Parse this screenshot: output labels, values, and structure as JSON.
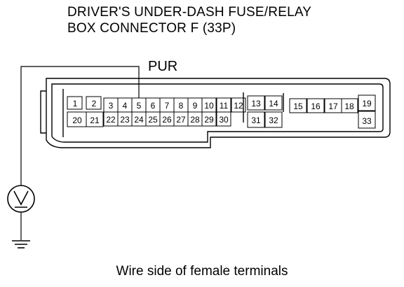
{
  "title": {
    "line1": "DRIVER'S UNDER-DASH FUSE/RELAY",
    "line2": "BOX CONNECTOR F (33P)"
  },
  "wire_label": "PUR",
  "caption": "Wire side of female terminals",
  "connector": {
    "pins_row1": [
      "1",
      "2",
      "3",
      "4",
      "5",
      "6",
      "7",
      "8",
      "9",
      "10",
      "11",
      "12",
      "13",
      "14",
      "15",
      "16",
      "17",
      "18",
      "19"
    ],
    "pins_row2": [
      "20",
      "21",
      "22",
      "23",
      "24",
      "25",
      "26",
      "27",
      "28",
      "29",
      "30",
      "31",
      "32",
      "33"
    ],
    "probe_terminal": "5"
  },
  "meter": {
    "icon": "voltmeter-icon"
  },
  "ground": {
    "icon": "ground-icon"
  }
}
